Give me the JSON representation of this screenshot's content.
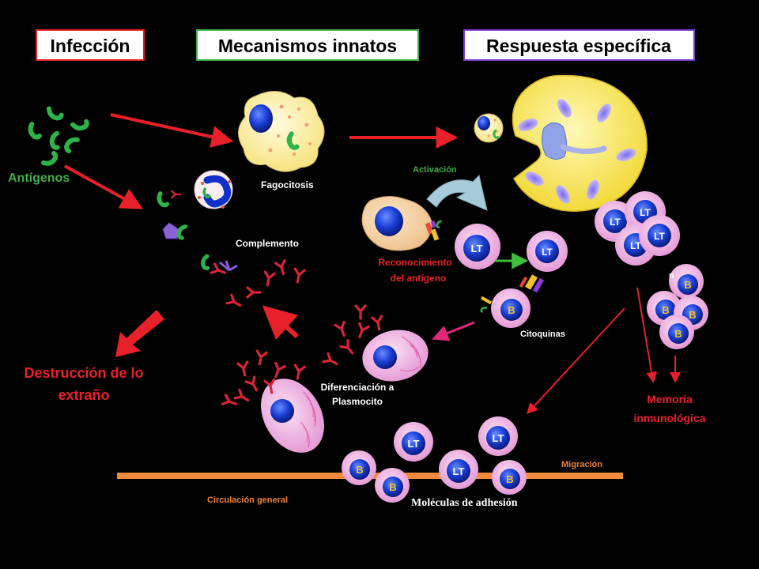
{
  "headers": {
    "infeccion": "Infección",
    "innatos": "Mecanismos innatos",
    "especifica": "Respuesta específica"
  },
  "labels": {
    "antigenos": "Antígenos",
    "fagocitosis": "Fagocitosis",
    "complemento": "Complemento",
    "activacion": "Activación",
    "reconocimiento_1": "Reconocimiento",
    "reconocimiento_2": "del antígeno",
    "citoquinas": "Citoquinas",
    "diferenciacion_1": "Diferenciación a",
    "diferenciacion_2": "Plasmocito",
    "destruccion_1": "Destrucción de lo",
    "destruccion_2": "extraño",
    "memoria_1": "Memoria",
    "memoria_2": "inmunológica",
    "migracion": "Migración",
    "circulacion": "Circulación general",
    "moleculas": "Moléculas de adhesión",
    "cell_lt": "LT",
    "cell_b": "B",
    "partial_n": "n"
  },
  "colors": {
    "red_arrow": "#e8202a",
    "green_antigen": "#2db34a",
    "cell_pink": "#f4b6e6",
    "nucleus_blue": "#1030c8",
    "macrophage_yellow": "#fef3a0",
    "antibody_red": "#d8233a",
    "circulation_bar": "#f08a3c"
  }
}
